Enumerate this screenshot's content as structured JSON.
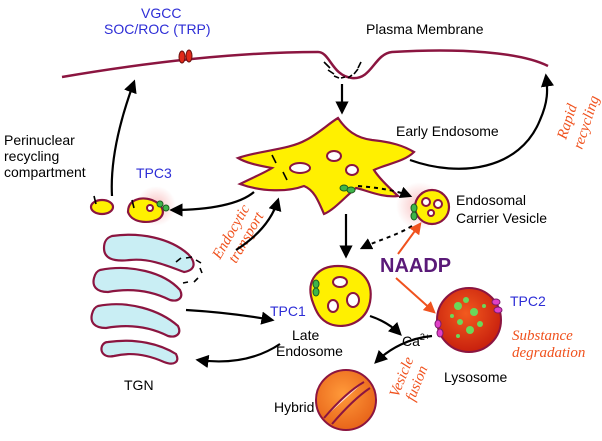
{
  "labels": {
    "vgcc": "VGCC",
    "soc_roc": "SOC/ROC (TRP)",
    "plasma_membrane": "Plasma Membrane",
    "early_endosome": "Early Endosome",
    "rapid": "Rapid",
    "recycling": "recycling",
    "perinuclear_1": "Perinuclear",
    "perinuclear_2": "recycling",
    "perinuclear_3": "compartment",
    "tpc3": "TPC3",
    "endocytic": "Endocytic",
    "transport": "transport",
    "endosomal_1": "Endosomal",
    "endosomal_2": "Carrier Vesicle",
    "naadp": "NAADP",
    "tpc1": "TPC1",
    "tpc2": "TPC2",
    "late_1": "Late",
    "late_2": "Endosome",
    "substance": "Substance",
    "degradation": "degradation",
    "ca": "Ca",
    "ca_sup": "2+",
    "tgn": "TGN",
    "hybrid": "Hybrid",
    "vesicle": "Vesicle",
    "fusion": "fusion",
    "lysosome": "Lysosome"
  },
  "colors": {
    "membrane": "#8b1540",
    "organelle": "#fff000",
    "lysosome": "#d42a10",
    "hybrid": "#f07a1a",
    "tgn": "#c9eef4",
    "blue_label": "#2d2dd6",
    "red_label": "#f0521e",
    "naadp": "#5a1a78"
  }
}
